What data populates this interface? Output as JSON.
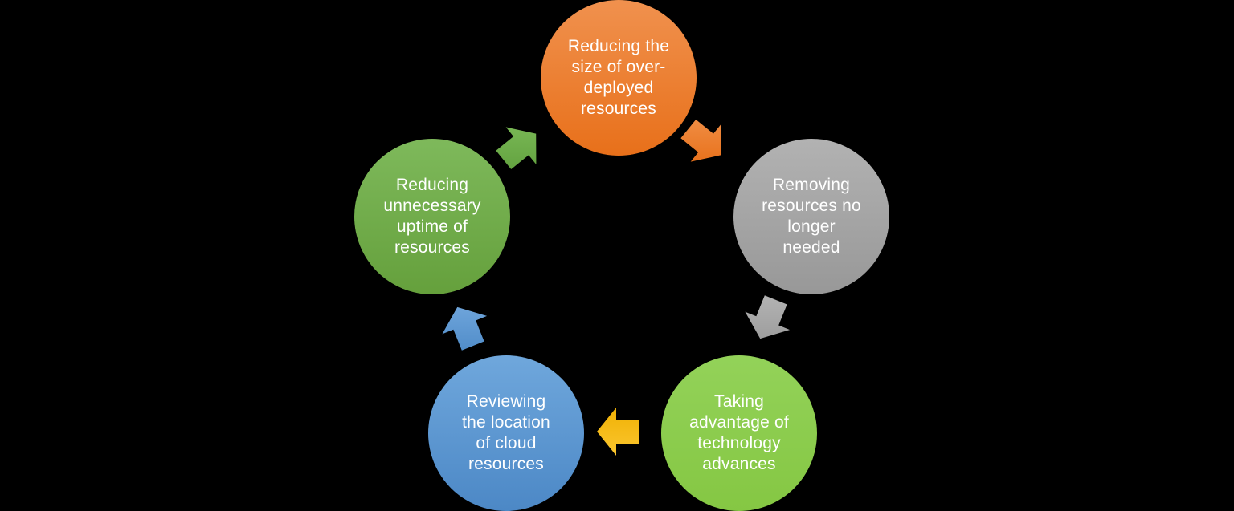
{
  "diagram": {
    "kind": "cycle",
    "background_color": "#000000",
    "text_color": "#FFFFFF",
    "nodes": [
      {
        "id": "reducing-size",
        "label": "Reducing the\nsize of over-\ndeployed\nresources",
        "color": "#ED7D31",
        "color_top": "#F0914E",
        "color_bottom": "#E8701A"
      },
      {
        "id": "removing-unneeded",
        "label": "Removing\nresources no\nlonger\nneeded",
        "color": "#A5A5A5",
        "color_top": "#B2B2B2",
        "color_bottom": "#989898"
      },
      {
        "id": "technology-advances",
        "label": "Taking\nadvantage of\ntechnology\nadvances",
        "color": "#8DC94E",
        "color_top": "#93D259",
        "color_bottom": "#85C743"
      },
      {
        "id": "reviewing-location",
        "label": "Reviewing\nthe location\nof cloud\nresources",
        "color": "#5B9BD5",
        "color_top": "#6FA7DC",
        "color_bottom": "#4C88C6"
      },
      {
        "id": "reducing-uptime",
        "label": "Reducing\nunnecessary\nuptime of\nresources",
        "color": "#70AD47",
        "color_top": "#7EB95B",
        "color_bottom": "#65A03C"
      }
    ],
    "arrows": [
      {
        "id": "uptime-to-size",
        "direction": "up-right",
        "color_top": "#7CBA58",
        "color_bottom": "#61A13E"
      },
      {
        "id": "size-to-removing",
        "direction": "down-right",
        "color_top": "#F09048",
        "color_bottom": "#E86D15"
      },
      {
        "id": "removing-to-technology",
        "direction": "down-left",
        "color_top": "#B5B5B5",
        "color_bottom": "#9A9A9A"
      },
      {
        "id": "technology-to-reviewing",
        "direction": "left",
        "color_top": "#FCC833",
        "color_bottom": "#EFAF00"
      },
      {
        "id": "reviewing-to-uptime",
        "direction": "up-left",
        "color_top": "#74A9DE",
        "color_bottom": "#4E8BC8"
      }
    ]
  }
}
